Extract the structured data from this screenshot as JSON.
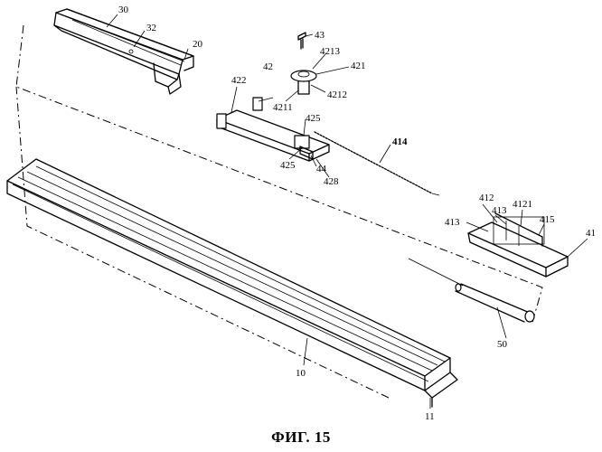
{
  "figure": {
    "caption": "ФИГ. 15"
  },
  "reference_numerals": [
    {
      "id": "n30",
      "text": "30"
    },
    {
      "id": "n32",
      "text": "32"
    },
    {
      "id": "n20",
      "text": "20"
    },
    {
      "id": "n43",
      "text": "43"
    },
    {
      "id": "n4213",
      "text": "4213"
    },
    {
      "id": "n421",
      "text": "421"
    },
    {
      "id": "n42",
      "text": "42"
    },
    {
      "id": "n422",
      "text": "422"
    },
    {
      "id": "n4212",
      "text": "4212"
    },
    {
      "id": "n4211",
      "text": "4211"
    },
    {
      "id": "n425a",
      "text": "425"
    },
    {
      "id": "n414",
      "text": "414"
    },
    {
      "id": "n425b",
      "text": "425"
    },
    {
      "id": "n44",
      "text": "44"
    },
    {
      "id": "n428",
      "text": "428"
    },
    {
      "id": "n412",
      "text": "412"
    },
    {
      "id": "n413a",
      "text": "413"
    },
    {
      "id": "n4121",
      "text": "4121"
    },
    {
      "id": "n413b",
      "text": "413"
    },
    {
      "id": "n415",
      "text": "415"
    },
    {
      "id": "n41",
      "text": "41"
    },
    {
      "id": "n50",
      "text": "50"
    },
    {
      "id": "n10",
      "text": "10"
    },
    {
      "id": "n11",
      "text": "11"
    }
  ]
}
